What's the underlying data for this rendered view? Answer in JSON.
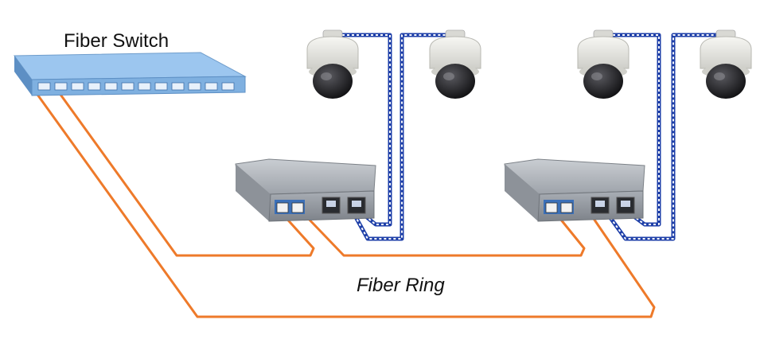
{
  "labels": {
    "fiber_switch": "Fiber Switch",
    "fiber_ring": "Fiber Ring"
  },
  "colors": {
    "fiber": "#ee7a2a",
    "copper_blue": "#1e3fa8",
    "copper_white": "#ffffff",
    "switch_body": "#7fb0e0",
    "switch_top": "#9cc6ef",
    "converter_body": "#9aa0a8",
    "camera_housing": "#e9e9e4",
    "camera_dome": "#1b1b1d"
  },
  "devices": {
    "switch_port_count": 12,
    "converters": 2,
    "cameras": 4
  }
}
